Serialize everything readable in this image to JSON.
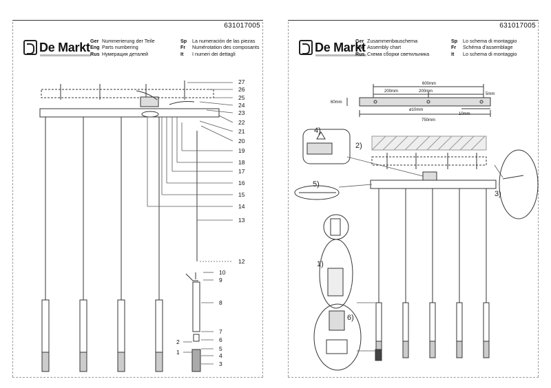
{
  "left": {
    "code": "631017005",
    "logo": "De Markt",
    "langs_a": [
      {
        "code": "Ger",
        "text": "Nummerierung der Teile"
      },
      {
        "code": "Eng",
        "text": "Parts numbering"
      },
      {
        "code": "Rus",
        "text": "Нумерация деталей"
      }
    ],
    "langs_b": [
      {
        "code": "Sp",
        "text": "La numeración de las piezas"
      },
      {
        "code": "Fr",
        "text": "Numérotation des composants"
      },
      {
        "code": "It",
        "text": "I numeri dei dettagli"
      }
    ],
    "part_numbers": [
      "27",
      "26",
      "25",
      "24",
      "23",
      "22",
      "21",
      "20",
      "19",
      "18",
      "17",
      "16",
      "15",
      "14",
      "13",
      "12",
      "10",
      "9",
      "8",
      "7",
      "6",
      "5",
      "4",
      "3",
      "2",
      "1"
    ]
  },
  "right": {
    "code": "631017005",
    "logo": "De Markt",
    "langs_a": [
      {
        "code": "Ger",
        "text": "Zusammenbauschema"
      },
      {
        "code": "Eng",
        "text": "Assembly chart"
      },
      {
        "code": "Rus",
        "text": "Схема сборки светильника"
      }
    ],
    "langs_b": [
      {
        "code": "Sp",
        "text": "Lo schema di montaggio"
      },
      {
        "code": "Fr",
        "text": "Schéma d'assemblage"
      },
      {
        "code": "It",
        "text": "Lo schema di montaggio"
      }
    ],
    "dims": {
      "d600": "600mm",
      "d200a": "200mm",
      "d200b": "200mm",
      "d5": "5mm",
      "d60": "60mm",
      "d10dia": "ø10mm",
      "d10": "10mm",
      "d750": "750mm"
    },
    "steps": [
      "1)",
      "2)",
      "3)",
      "4)",
      "5)",
      "6)"
    ]
  }
}
